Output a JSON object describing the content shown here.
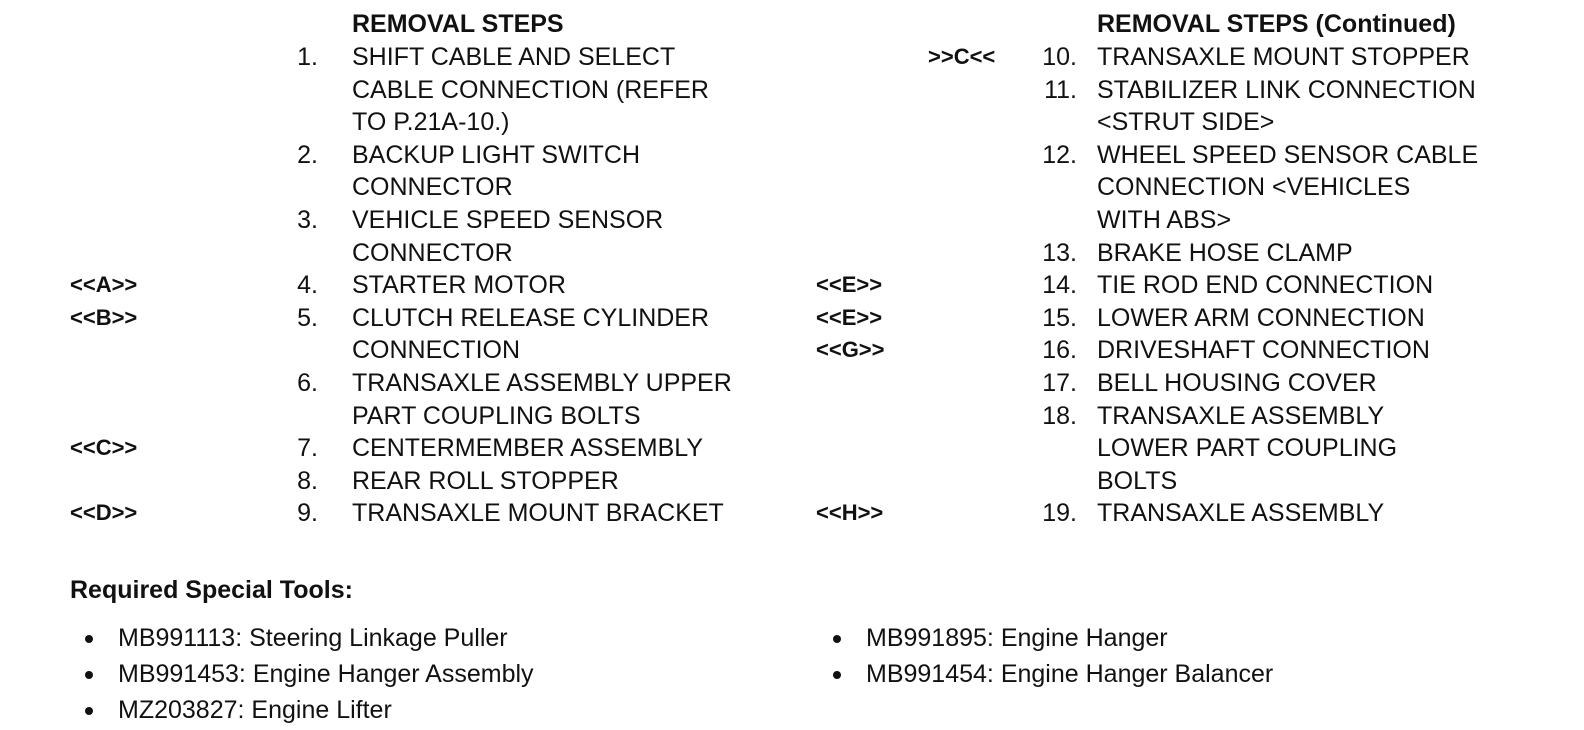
{
  "left_column": {
    "heading": "REMOVAL STEPS",
    "steps": [
      {
        "tag": "",
        "num": "1.",
        "text": "SHIFT CABLE AND SELECT\nCABLE CONNECTION (REFER\nTO P.21A-10.)"
      },
      {
        "tag": "",
        "num": "2.",
        "text": "BACKUP LIGHT SWITCH\nCONNECTOR"
      },
      {
        "tag": "",
        "num": "3.",
        "text": "VEHICLE SPEED SENSOR\nCONNECTOR"
      },
      {
        "tag": "<<A>>",
        "num": "4.",
        "text": "STARTER MOTOR"
      },
      {
        "tag": "<<B>>",
        "num": "5.",
        "text": "CLUTCH RELEASE CYLINDER\nCONNECTION"
      },
      {
        "tag": "",
        "num": "6.",
        "text": "TRANSAXLE ASSEMBLY UPPER\nPART COUPLING BOLTS"
      },
      {
        "tag": "<<C>>",
        "num": "7.",
        "text": "CENTERMEMBER ASSEMBLY"
      },
      {
        "tag": "",
        "num": "8.",
        "text": "REAR ROLL STOPPER"
      },
      {
        "tag": "<<D>>",
        "num": "9.",
        "text": "TRANSAXLE MOUNT BRACKET"
      }
    ]
  },
  "right_column": {
    "heading": "REMOVAL STEPS (Continued)",
    "steps": [
      {
        "tag": ">>C<<",
        "num": "10.",
        "text": "TRANSAXLE MOUNT STOPPER"
      },
      {
        "tag": "",
        "num": "11.",
        "text": "STABILIZER LINK CONNECTION\n<STRUT SIDE>"
      },
      {
        "tag": "",
        "num": "12.",
        "text": "WHEEL SPEED SENSOR CABLE\nCONNECTION <VEHICLES\nWITH ABS>"
      },
      {
        "tag": "",
        "num": "13.",
        "text": "BRAKE HOSE CLAMP"
      },
      {
        "tag": "<<E>>",
        "num": "14.",
        "text": "TIE ROD END CONNECTION"
      },
      {
        "tag": "<<E>>",
        "num": "15.",
        "text": "LOWER ARM CONNECTION"
      },
      {
        "tag": "<<G>>",
        "num": "16.",
        "text": "DRIVESHAFT CONNECTION"
      },
      {
        "tag": "",
        "num": "17.",
        "text": "BELL HOUSING COVER"
      },
      {
        "tag": "",
        "num": "18.",
        "text": "TRANSAXLE ASSEMBLY\nLOWER PART COUPLING\nBOLTS"
      },
      {
        "tag": "<<H>>",
        "num": "19.",
        "text": "TRANSAXLE ASSEMBLY"
      }
    ]
  },
  "tools": {
    "heading": "Required Special Tools:",
    "left": [
      "MB991113: Steering Linkage Puller",
      "MB991453: Engine Hanger Assembly",
      "MZ203827: Engine Lifter"
    ],
    "right": [
      "MB991895: Engine Hanger",
      "MB991454: Engine Hanger Balancer"
    ]
  }
}
